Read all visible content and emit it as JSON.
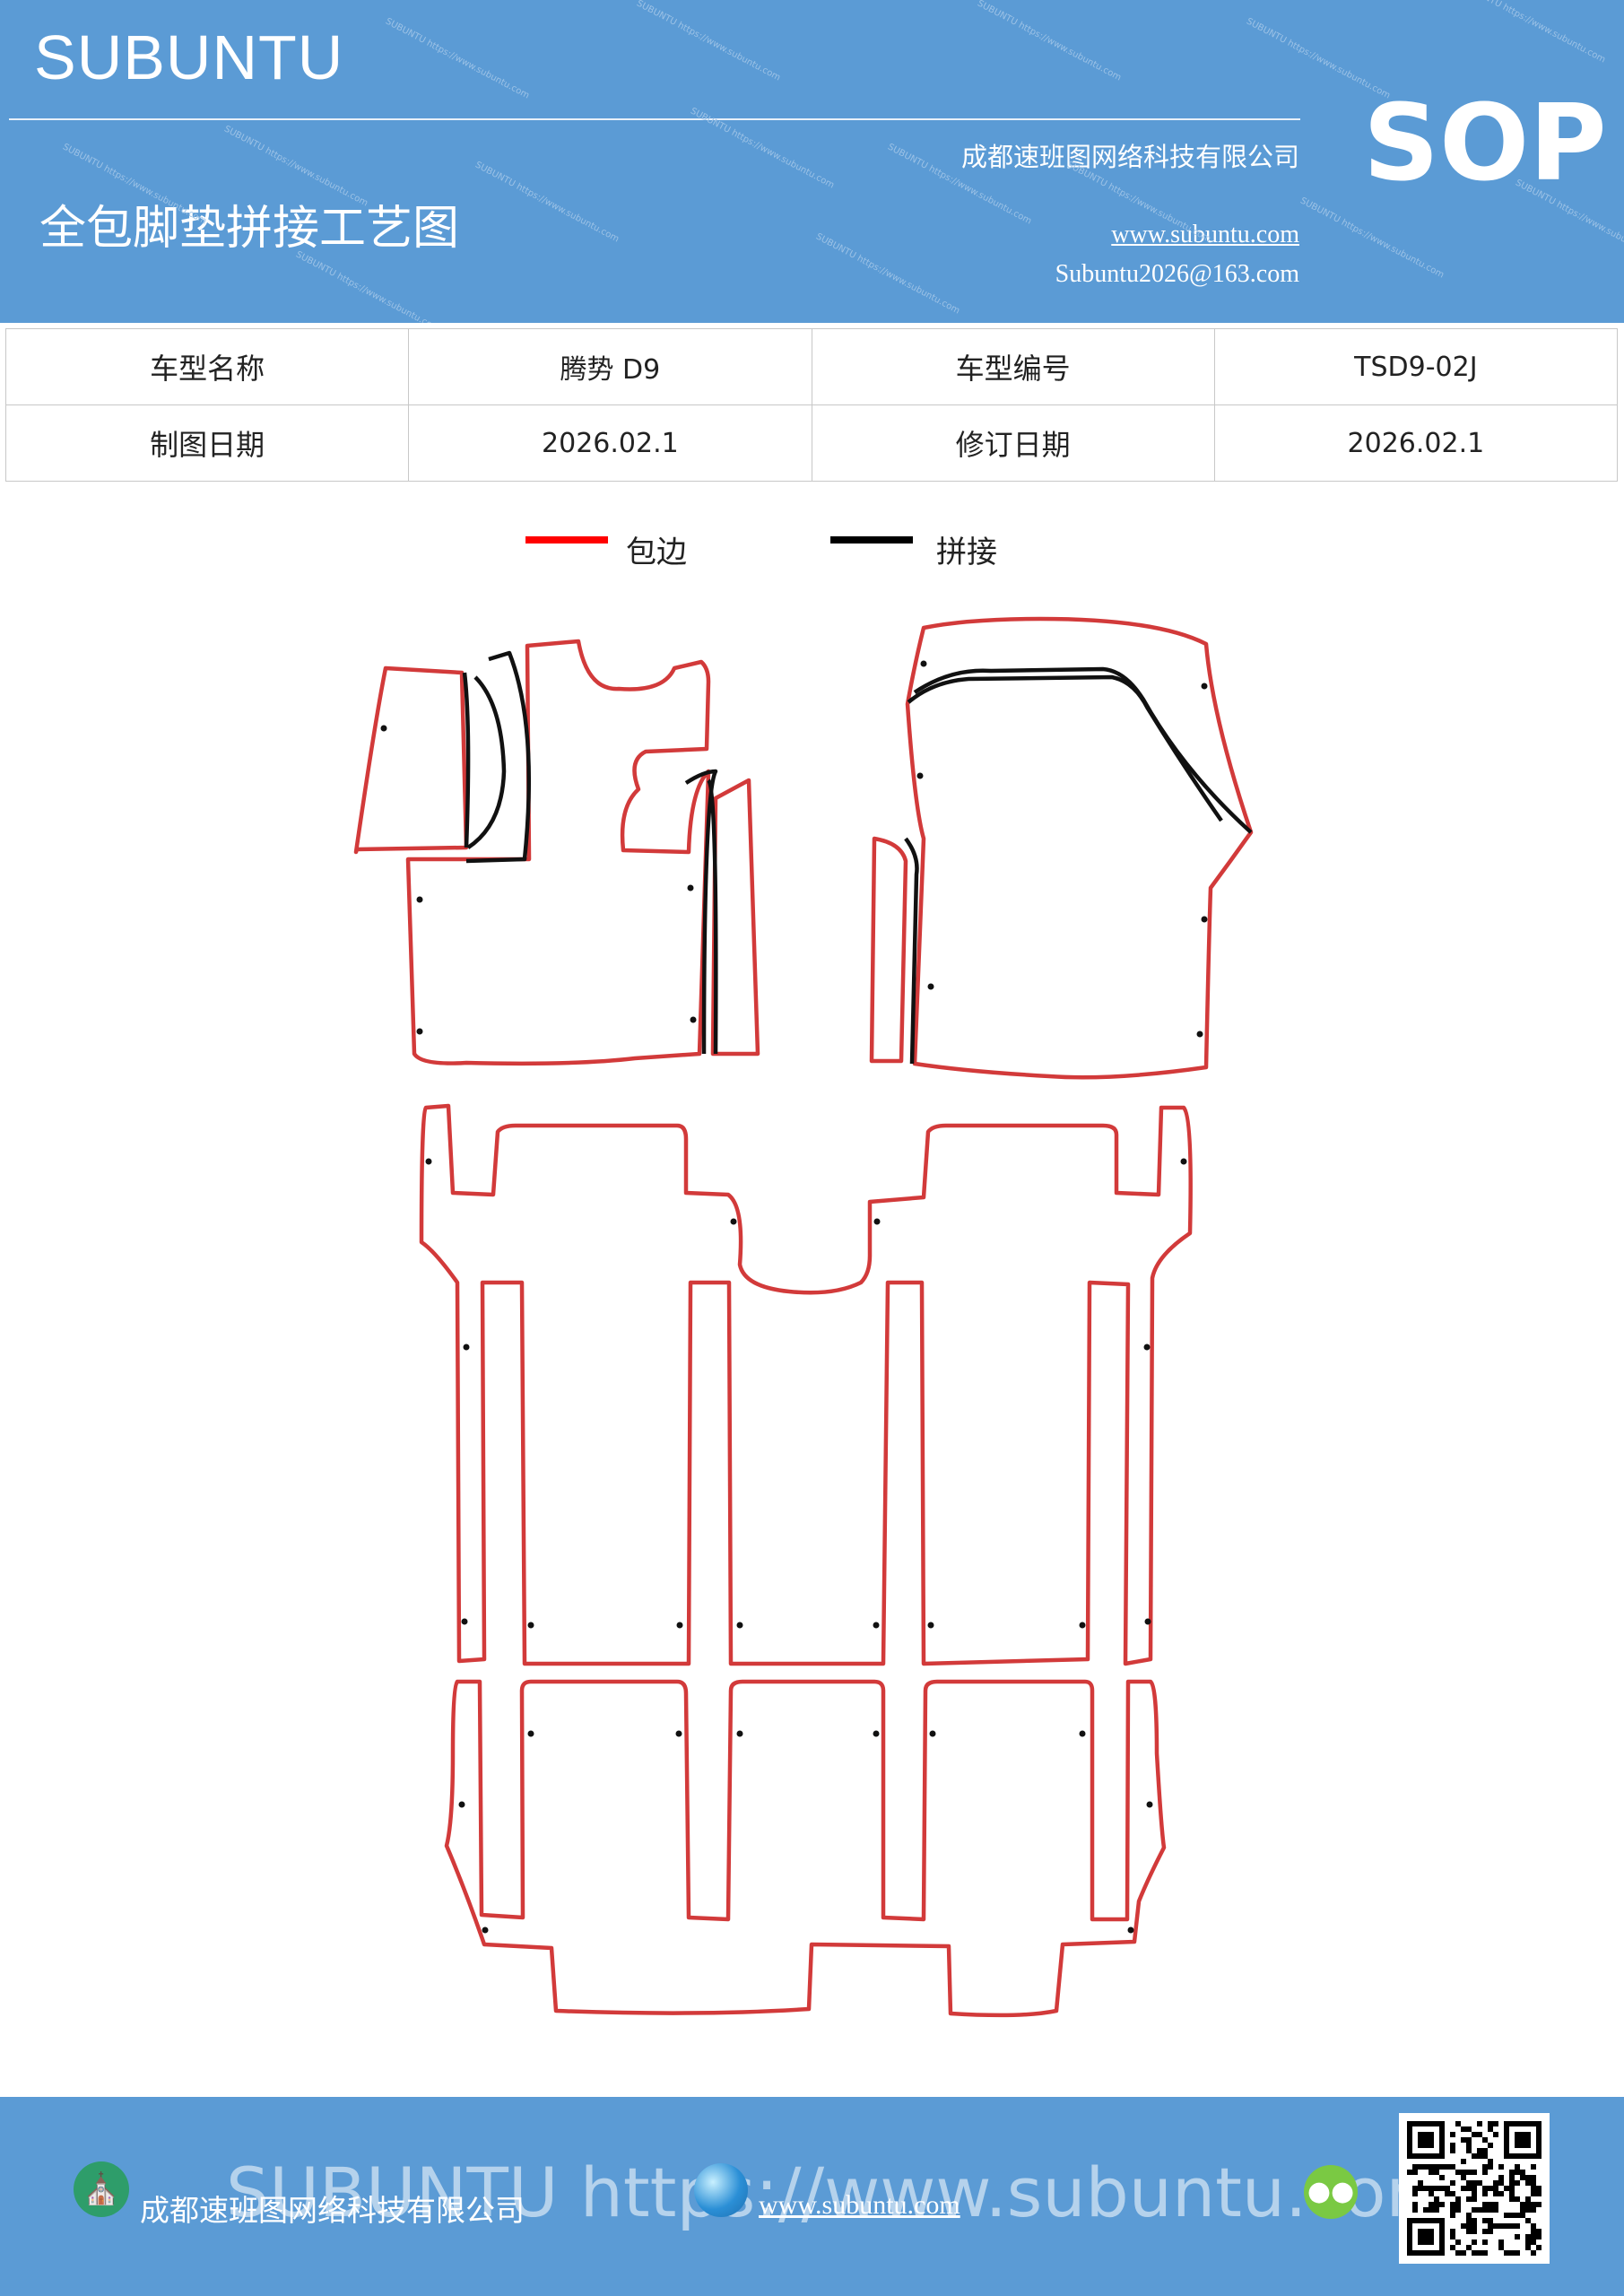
{
  "header": {
    "brand": "SUBUNTU",
    "badge": "SOP",
    "company": "成都速班图网络科技有限公司",
    "title": "全包脚垫拼接工艺图",
    "website": "www.subuntu.com",
    "email": "Subuntu2026@163.com",
    "background_color": "#5b9bd5"
  },
  "info_table": {
    "rows": [
      [
        "车型名称",
        "腾势 D9",
        "车型编号",
        "TSD9-02J"
      ],
      [
        "制图日期",
        "2026.02.1",
        "修订日期",
        "2026.02.1"
      ]
    ]
  },
  "legend": {
    "items": [
      {
        "label": "包边",
        "color": "#ff0000"
      },
      {
        "label": "拼接",
        "color": "#000000"
      }
    ]
  },
  "drawing": {
    "edge_color": "#d23a3a",
    "seam_color": "#111111"
  },
  "footer": {
    "company": "成都速班图网络科技有限公司",
    "website": "www.subuntu.com",
    "watermark": "SUBUNTU https://www.subuntu.com",
    "background_color": "#5b9bd5"
  }
}
